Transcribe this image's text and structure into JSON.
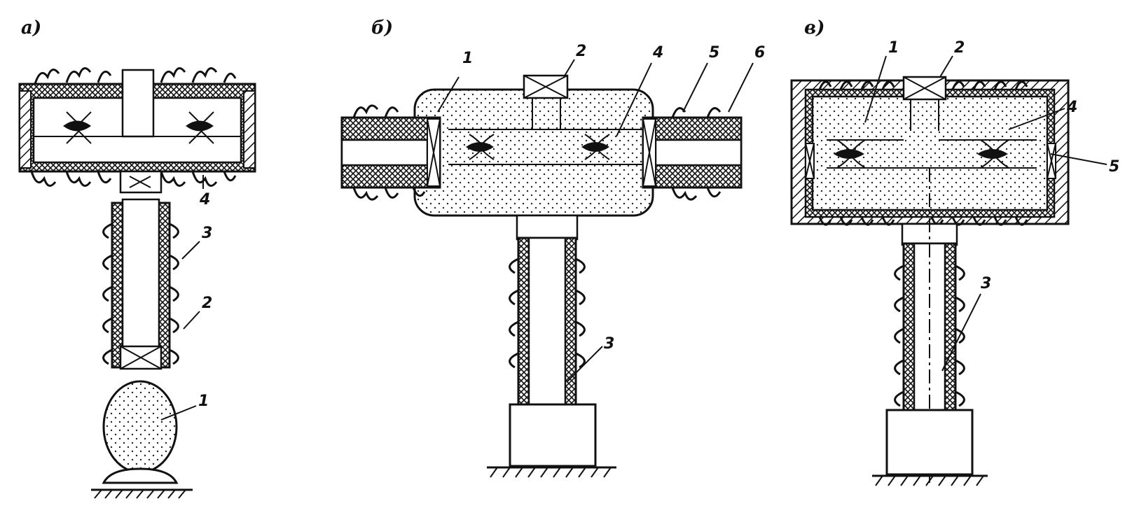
{
  "panels": [
    {
      "id": "a",
      "letter": "а)",
      "callouts": [
        "1",
        "2",
        "3",
        "4"
      ]
    },
    {
      "id": "b",
      "letter": "б)",
      "callouts": [
        "1",
        "2",
        "3",
        "4",
        "5",
        "6"
      ]
    },
    {
      "id": "c",
      "letter": "в)",
      "callouts": [
        "1",
        "2",
        "3",
        "4",
        "5"
      ]
    }
  ],
  "colors": {
    "ink": "#111111",
    "paper": "#ffffff"
  }
}
